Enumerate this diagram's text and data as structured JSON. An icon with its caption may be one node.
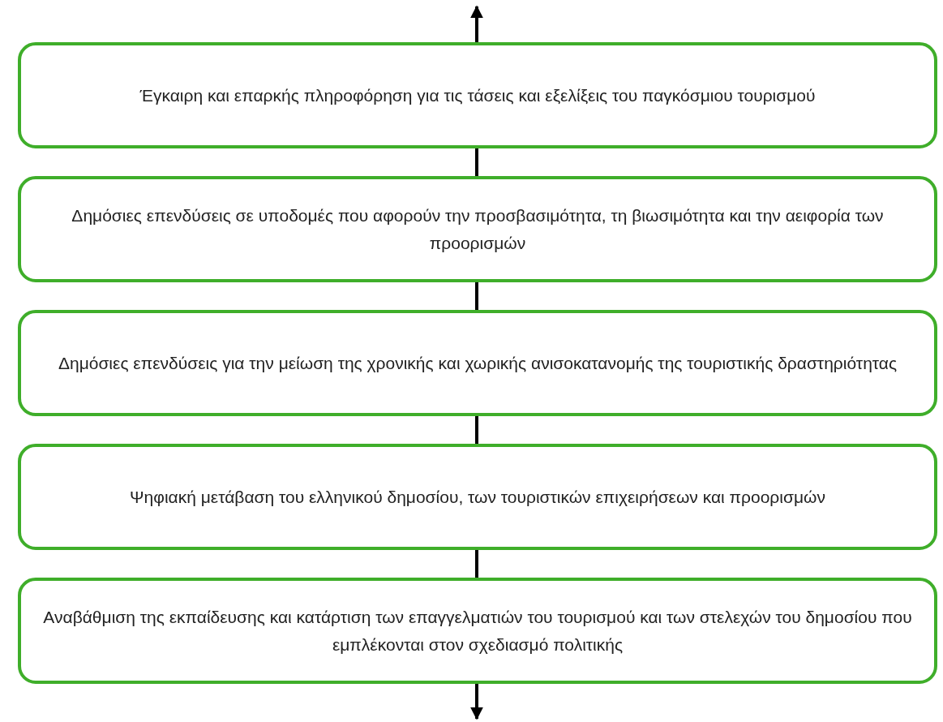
{
  "diagram": {
    "nodes": [
      {
        "text": [
          "Έγκαιρη και επαρκής πληροφόρηση για τις τάσεις και εξελίξεις του παγκόσμιου τουρισμού"
        ]
      },
      {
        "text": [
          "Δημόσιες επενδύσεις σε υποδομές που αφορούν την προσβασιμότητα, τη βιωσιμότητα και την αειφορία των προορισμών"
        ]
      },
      {
        "text": [
          "Δημόσιες επενδύσεις για την μείωση της χρονικής και χωρικής ανισοκατανομής της τουριστικής δραστηριότητας"
        ]
      },
      {
        "text": [
          "Ψηφιακή μετάβαση του ελληνικού δημοσίου, των τουριστικών επιχειρήσεων και προορισμών"
        ]
      },
      {
        "text": [
          "Αναβάθμιση της εκπαίδευσης και κατάρτιση των επαγγελματιών του τουρισμού και των στελεχών του δημοσίου που εμπλέκονται στον σχεδιασμό πολιτικής"
        ]
      }
    ],
    "edges": [
      {
        "from": 0,
        "to": null,
        "arrow": "to"
      },
      {
        "from": 0,
        "to": 1,
        "arrow": "none"
      },
      {
        "from": 1,
        "to": 2,
        "arrow": "none"
      },
      {
        "from": 2,
        "to": 3,
        "arrow": "none"
      },
      {
        "from": 3,
        "to": 4,
        "arrow": "none"
      },
      {
        "from": 4,
        "to": null,
        "arrow": "to"
      }
    ]
  }
}
